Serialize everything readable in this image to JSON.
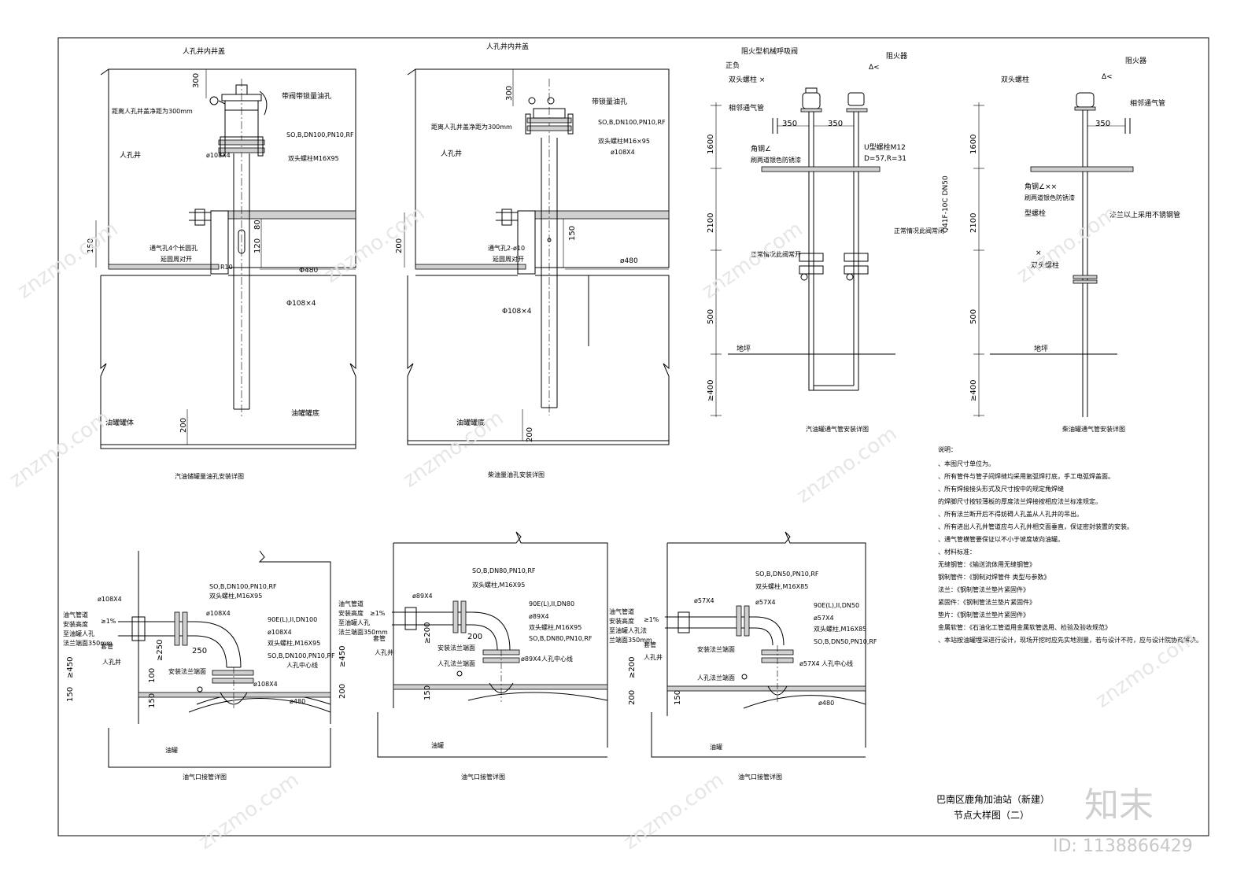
{
  "watermark": "znzmo.com",
  "brand_logo": "知末",
  "image_id_text": "ID: 1138866429",
  "title_block": {
    "project": "巴南区鹿角加油站（新建）",
    "drawing": "节点大样图（二）"
  },
  "notes": {
    "heading": "说明：",
    "lines": [
      "、本图尺寸单位为。",
      "、所有管件与管子间焊缝均采用氩弧焊打底，手工电弧焊盖面。",
      "、所有焊接接头形式及尺寸按中的规定角焊缝",
      "   的焊脚尺寸按较薄板的厚度法兰焊接按相应法兰标准规定。",
      "、所有法兰断开后不得妨碍人孔盖从人孔井的吊出。",
      "、所有进出人孔井管道应与人孔井相交面垂直，保证密封装置的安装。",
      "、通气管横管要保证以不小于坡度坡向油罐。",
      "、材料标准：",
      "   无缝钢管：《输送流体用无缝钢管》",
      "   钢制管件：《钢制对焊管件 类型与参数》",
      "   法兰：《钢制管法兰垫片紧固件》",
      "   紧固件：《钢制管法兰垫片紧固件》",
      "   垫片：《钢制管法兰垫片紧固件》",
      "   金属软管：《石油化工管道用金属软管选用、检验及验收规范》",
      "、本站按油罐埋深进行设计，现场开挖时应先实地测量，若与设计不符，应与设计院协商解决。"
    ]
  },
  "detail1": {
    "caption": "汽油储罐量油孔安装详图",
    "labels": {
      "manhole_cover": "人孔井内井盖",
      "dim_300": "300",
      "clearance": "距离人孔井盖净距为300mm",
      "oil_hole": "带阀带锁量油孔",
      "flange": "SO,B,DN100,PN10,RF",
      "stud": "双头螺柱M16X95",
      "pipe": "ø108X4",
      "manhole_well": "人孔井",
      "dim_150": "150",
      "vent_slot": "通气孔4个长圆孔",
      "vent_slot2": "延圆周对开",
      "r10": "R10",
      "dim_120": "120",
      "dim_80": "80",
      "phi480": "Φ480",
      "phi108": "Φ108×4",
      "tank_body": "油罐罐体",
      "tank_bottom": "油罐罐底",
      "dim_200": "200"
    }
  },
  "detail2": {
    "caption": "柴油量油孔安装详图",
    "labels": {
      "manhole_cover": "人孔井内井盖",
      "dim_300": "300",
      "clearance": "距离人孔井盖净距为300mm",
      "oil_hole": "带锁量油孔",
      "flange": "SO,B,DN100,PN10,RF",
      "stud": "双头螺柱M16×95",
      "pipe": "ø108X4",
      "manhole_well": "人孔井",
      "dim_200": "200",
      "vent_slot": "通气孔2-ø10",
      "vent_slot2": "延圆周对开",
      "dim_150": "150",
      "phi480": "ø480",
      "phi108": "Φ108×4",
      "tank_bottom": "油罐罐底",
      "dim_200b": "200"
    }
  },
  "detail3": {
    "caption": "汽油罐通气管安装详图",
    "labels": {
      "valve": "阻火型机械呼吸阀",
      "arrester": "阻火器",
      "positive": "正负",
      "stud": "双头螺柱 ×",
      "delta": "Δ<",
      "adjacent": "相邻通气管",
      "d350a": "350",
      "d350b": "350",
      "angle": "角钢∠",
      "paint": "刷两道银色防锈漆",
      "ubolt": "U型螺栓M12",
      "ubolt2": "D=57,R=31",
      "gate": "Q41F-10C DN50",
      "normally_closed": "正常情况此阀常闭",
      "normally_open": "正常情况此阀常开",
      "d1600": "1600",
      "d2100": "2100",
      "d500": "500",
      "d400": "≥400",
      "ground": "地坪"
    }
  },
  "detail4": {
    "caption": "柴油罐通气管安装详图",
    "labels": {
      "stud": "双头螺柱",
      "arrester": "阻火器",
      "delta": "Δ<",
      "adjacent": "相邻通气管",
      "d350": "350",
      "angle": "角钢∠××",
      "paint": "刷两道银色防锈漆",
      "bolt": "型螺栓",
      "stainless": "法兰以上采用不锈钢管",
      "x": "×",
      "stud2": "双头螺柱",
      "d1600": "1600",
      "d2100": "2100",
      "d500": "500",
      "d400": "≥400",
      "ground": "地坪"
    }
  },
  "detail5": {
    "caption": "油气口接管详图",
    "labels": {
      "pipe": "ø108X4",
      "flange": "SO,B,DN100,PN10,RF",
      "stud": "双头螺柱,M16X95",
      "pipe2": "ø108X4",
      "elbow": "90E(L),II,DN100",
      "pipe3": "ø108X4",
      "stud2": "双头螺柱,M16X95",
      "flange2": "SO,B,DN100,PN10,RF",
      "pipe4": "ø108X4",
      "slope": "≥1%",
      "manhole": "人孔井",
      "note1": "油气管道",
      "note2": "安装高度",
      "note3": "至油罐人孔",
      "note4": "法兰端面350mm",
      "d250": "250",
      "d100": "100",
      "d250v": "≥250",
      "d450": "≥450",
      "d150": "150",
      "d150b": "150",
      "install": "安装法兰端面",
      "center": "人孔中心线",
      "phi480": "ø480",
      "tank": "油罐",
      "sleeve": "套管"
    }
  },
  "detail6": {
    "caption": "油气口接管详图",
    "labels": {
      "pipe": "ø89X4",
      "flange": "SO,B,DN80,PN10,RF",
      "stud": "双头螺柱,M16X95",
      "elbow": "90E(L),II,DN80",
      "pipe3": "ø89X4",
      "stud2": "双头螺柱,M16X95",
      "flange2": "SO,B,DN80,PN10,RF",
      "pipe4": "ø89X4",
      "slope": "≥1%",
      "note1": "油气管道",
      "note2": "安装高度",
      "note3": "至油罐人孔",
      "note4": "法兰端面350mm",
      "sleeve": "套管",
      "manhole": "人孔井",
      "d200": "≥200",
      "d200h": "200",
      "d450": "≥450",
      "d200b": "200",
      "d150": "150",
      "install": "安装法兰端面",
      "flange_face": "人孔法兰端面",
      "center": "人孔中心线",
      "tank": "油罐"
    }
  },
  "detail7": {
    "caption": "油气口接管详图",
    "labels": {
      "pipe": "ø57X4",
      "flange": "SO,B,DN50,PN10,RF",
      "stud": "双头螺柱,M16X85",
      "pipe2": "ø57X4",
      "elbow": "90E(L),II,DN50",
      "pipe3": "ø57X4",
      "stud2": "双头螺柱,M16X85",
      "flange2": "SO,B,DN50,PN10,RF",
      "pipe4": "ø57X4",
      "slope": "≥1%",
      "note1": "油气管道",
      "note2": "安装高度",
      "note3": "至油罐人孔法",
      "note4": "兰端面350mm",
      "manhole": "人孔井",
      "sleeve": "套管",
      "install": "安装法兰端面",
      "flange_face": "人孔法兰端面",
      "center": "人孔中心线",
      "phi480": "ø480",
      "d200": "≥200",
      "d200b": "200",
      "d150": "150",
      "tank": "油罐"
    }
  }
}
